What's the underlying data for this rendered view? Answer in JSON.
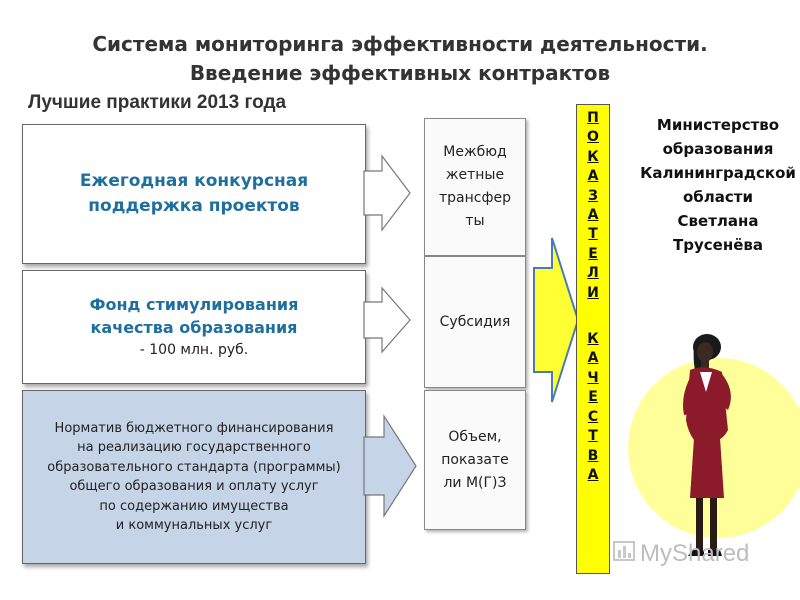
{
  "title": {
    "line1": "Система мониторинга эффективности деятельности.",
    "line2": "Введение эффективных контрактов"
  },
  "subtitle": "Лучшие практики 2013 года",
  "left_boxes": {
    "box1": {
      "line1": "Ежегодная конкурсная",
      "line2": "поддержка проектов"
    },
    "box2": {
      "line1": "Фонд стимулирования",
      "line2": "качества образования",
      "line3": "- 100 млн. руб."
    },
    "box3": {
      "line1": "Норматив бюджетного финансирования",
      "line2": "на реализацию государственного",
      "line3": "образовательного стандарта (программы)",
      "line4": "общего образования и оплату услуг",
      "line5": "по содержанию имущества",
      "line6": "и коммунальных услуг"
    }
  },
  "middle_boxes": {
    "box1": {
      "line1": "Межбюд",
      "line2": "жетные",
      "line3": "трансфер",
      "line4": "ты"
    },
    "box2": {
      "line1": "Субсидия"
    },
    "box3": {
      "line1": "Объем,",
      "line2": "показате",
      "line3": "ли М(Г)З"
    }
  },
  "indicator": {
    "letters": [
      "П",
      "О",
      "К",
      "А",
      "З",
      "А",
      "Т",
      "Е",
      "Л",
      "И",
      "",
      "К",
      "А",
      "Ч",
      "Е",
      "С",
      "Т",
      "В",
      "А"
    ]
  },
  "ministry": {
    "line1": "Министерство",
    "line2": "образования",
    "line3": "Калининградской",
    "line4": "области",
    "line5": "Светлана",
    "line6": "Трусенёва"
  },
  "watermark": "MyShared",
  "colors": {
    "accent_blue": "#1f6f9e",
    "box3_fill": "#c6d4e8",
    "indicator_fill": "#ffff00",
    "circle_fill": "#ffff99",
    "figure_red": "#8b1a2b"
  }
}
